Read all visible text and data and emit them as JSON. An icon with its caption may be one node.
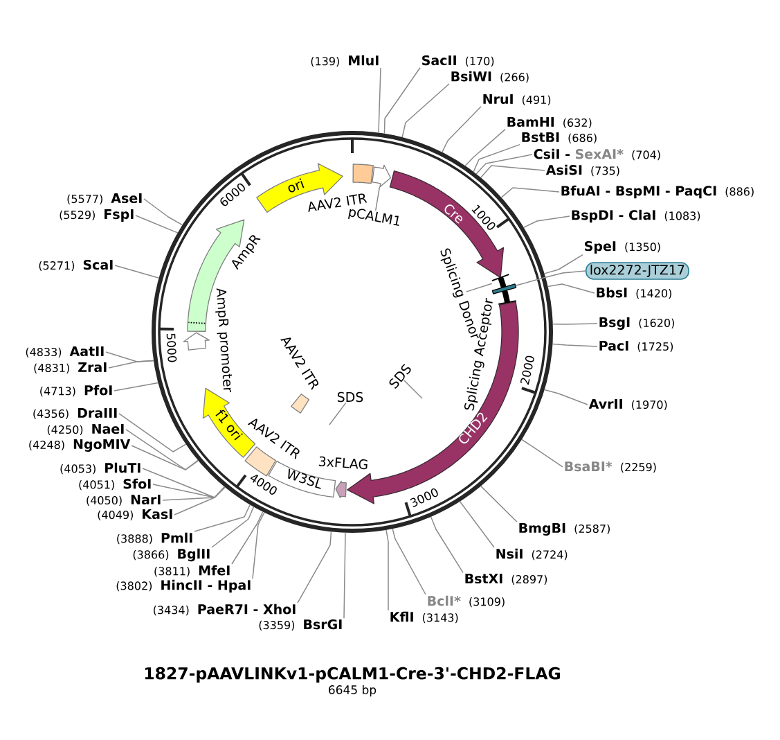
{
  "diagram": {
    "title": "1827-pAAVLINKv1-pCALM1-Cre-3'-CHD2-FLAG",
    "caption": "6645 bp",
    "nodes": [
      {
        "text": [
          "(139)",
          "MluI"
        ]
      },
      {
        "text": [
          "SacII",
          "(170)"
        ]
      },
      {
        "text": [
          "BsiWI",
          "(266)"
        ]
      },
      {
        "text": [
          "NruI",
          "(491)"
        ]
      },
      {
        "text": [
          "BamHI",
          "(632)"
        ]
      },
      {
        "text": [
          "BstBI",
          "(686)"
        ]
      },
      {
        "text": [
          "CsiI -",
          "SexAI*",
          "(704)"
        ]
      },
      {
        "text": [
          "AsiSI",
          "(735)"
        ]
      },
      {
        "text": [
          "BfuAI - BspMI - PaqCI",
          "(886)"
        ]
      },
      {
        "text": [
          "BspDI - ClaI",
          "(1083)"
        ]
      },
      {
        "text": [
          "SpeI",
          "(1350)"
        ]
      },
      {
        "text": [
          "lox2272-JTZ17"
        ]
      },
      {
        "text": [
          "BbsI",
          "(1420)"
        ]
      },
      {
        "text": [
          "BsgI",
          "(1620)"
        ]
      },
      {
        "text": [
          "PacI",
          "(1725)"
        ]
      },
      {
        "text": [
          "AvrII",
          "(1970)"
        ]
      },
      {
        "text": [
          "BsaBI*",
          "(2259)"
        ]
      },
      {
        "text": [
          "BmgBI",
          "(2587)"
        ]
      },
      {
        "text": [
          "NsiI",
          "(2724)"
        ]
      },
      {
        "text": [
          "BstXI",
          "(2897)"
        ]
      },
      {
        "text": [
          "BclI*",
          "(3109)"
        ]
      },
      {
        "text": [
          "KflI",
          "(3143)"
        ]
      },
      {
        "text": [
          "(3359)",
          "BsrGI"
        ]
      },
      {
        "text": [
          "(3434)",
          "PaeR7I - XhoI"
        ]
      },
      {
        "text": [
          "(3802)",
          "HincII - HpaI"
        ]
      },
      {
        "text": [
          "(3811)",
          "MfeI"
        ]
      },
      {
        "text": [
          "(3866)",
          "BglII"
        ]
      },
      {
        "text": [
          "(3888)",
          "PmlI"
        ]
      },
      {
        "text": [
          "(4049)",
          "KasI"
        ]
      },
      {
        "text": [
          "(4050)",
          "NarI"
        ]
      },
      {
        "text": [
          "(4051)",
          "SfoI"
        ]
      },
      {
        "text": [
          "(4053)",
          "PluTI"
        ]
      },
      {
        "text": [
          "(4248)",
          "NgoMIV"
        ]
      },
      {
        "text": [
          "(4250)",
          "NaeI"
        ]
      },
      {
        "text": [
          "(4356)",
          "DraIII"
        ]
      },
      {
        "text": [
          "(4713)",
          "PfoI"
        ]
      },
      {
        "text": [
          "(4831)",
          "ZraI"
        ]
      },
      {
        "text": [
          "(4833)",
          "AatII"
        ]
      },
      {
        "text": [
          "(5271)",
          "ScaI"
        ]
      },
      {
        "text": [
          "(5529)",
          "FspI"
        ]
      },
      {
        "text": [
          "(5577)",
          "AseI"
        ]
      },
      {
        "text": [
          "AAV2 ITR"
        ]
      },
      {
        "text": [],
        "shape": "arrow"
      },
      {
        "text": [
          "pCALM1"
        ]
      },
      {
        "text": [
          "Cre"
        ]
      },
      {
        "text": [],
        "shape": "bar"
      },
      {
        "text": [
          "Splicing Donor"
        ]
      },
      {
        "text": [],
        "shape": "box"
      },
      {
        "text": [
          "Splicing Acceptor"
        ]
      },
      {
        "text": [
          "CHD2"
        ]
      },
      {
        "text": [
          "3xFLAG"
        ]
      },
      {
        "text": [
          "W3SL"
        ]
      },
      {
        "text": [
          "AAV2 ITR"
        ]
      },
      {
        "text": [
          "f1 ori"
        ]
      },
      {
        "text": [
          "AmpR promoter"
        ]
      },
      {
        "text": [
          "AmpR"
        ]
      },
      {
        "text": [
          "ori"
        ]
      },
      {
        "text": [
          "AAV2 ITR"
        ]
      },
      {
        "text": [
          "SDS"
        ]
      },
      {
        "text": [
          "SDS"
        ]
      }
    ],
    "edges": [
      {
        "from": 0,
        "to": null,
        "arrow": "none"
      },
      {
        "from": 1,
        "to": null,
        "arrow": "none"
      },
      {
        "from": 2,
        "to": null,
        "arrow": "none"
      },
      {
        "from": 3,
        "to": null,
        "arrow": "none"
      },
      {
        "from": 4,
        "to": null,
        "arrow": "none"
      },
      {
        "from": 5,
        "to": null,
        "arrow": "none"
      },
      {
        "from": 6,
        "to": null,
        "arrow": "none"
      },
      {
        "from": 7,
        "to": null,
        "arrow": "none"
      },
      {
        "from": 8,
        "to": null,
        "arrow": "none"
      },
      {
        "from": 9,
        "to": null,
        "arrow": "none"
      },
      {
        "from": 10,
        "to": null,
        "arrow": "none"
      },
      {
        "from": 12,
        "to": null,
        "arrow": "none"
      },
      {
        "from": 13,
        "to": null,
        "arrow": "none"
      },
      {
        "from": 14,
        "to": null,
        "arrow": "none"
      },
      {
        "from": 15,
        "to": null,
        "arrow": "none"
      },
      {
        "from": 16,
        "to": null,
        "arrow": "none"
      },
      {
        "from": 17,
        "to": null,
        "arrow": "none"
      },
      {
        "from": 18,
        "to": null,
        "arrow": "none"
      },
      {
        "from": 19,
        "to": null,
        "arrow": "none"
      },
      {
        "from": 20,
        "to": null,
        "arrow": "none"
      },
      {
        "from": 21,
        "to": null,
        "arrow": "none"
      },
      {
        "from": 22,
        "to": null,
        "arrow": "none"
      },
      {
        "from": 23,
        "to": null,
        "arrow": "none"
      },
      {
        "from": 24,
        "to": null,
        "arrow": "none"
      },
      {
        "from": 25,
        "to": null,
        "arrow": "none"
      },
      {
        "from": 26,
        "to": null,
        "arrow": "none"
      },
      {
        "from": 27,
        "to": null,
        "arrow": "none"
      },
      {
        "from": 28,
        "to": null,
        "arrow": "none"
      },
      {
        "from": 29,
        "to": null,
        "arrow": "none"
      },
      {
        "from": 30,
        "to": null,
        "arrow": "none"
      },
      {
        "from": 31,
        "to": null,
        "arrow": "none"
      },
      {
        "from": 32,
        "to": null,
        "arrow": "none"
      },
      {
        "from": 33,
        "to": null,
        "arrow": "none"
      },
      {
        "from": 34,
        "to": null,
        "arrow": "none"
      },
      {
        "from": 35,
        "to": null,
        "arrow": "none"
      },
      {
        "from": 36,
        "to": null,
        "arrow": "none"
      },
      {
        "from": 37,
        "to": null,
        "arrow": "none"
      },
      {
        "from": 38,
        "to": null,
        "arrow": "none"
      },
      {
        "from": 39,
        "to": null,
        "arrow": "none"
      },
      {
        "from": 40,
        "to": null,
        "arrow": "none"
      },
      {
        "from": 11,
        "to": 47,
        "arrow": "none"
      },
      {
        "from": 43,
        "to": 42,
        "arrow": "none"
      },
      {
        "from": 46,
        "to": 45,
        "arrow": "none"
      },
      {
        "from": 58,
        "to": null,
        "arrow": "none"
      },
      {
        "from": 59,
        "to": null,
        "arrow": "none"
      }
    ],
    "labels": [
      "1000",
      "2000",
      "3000",
      "4000",
      "5000",
      "6000"
    ]
  }
}
